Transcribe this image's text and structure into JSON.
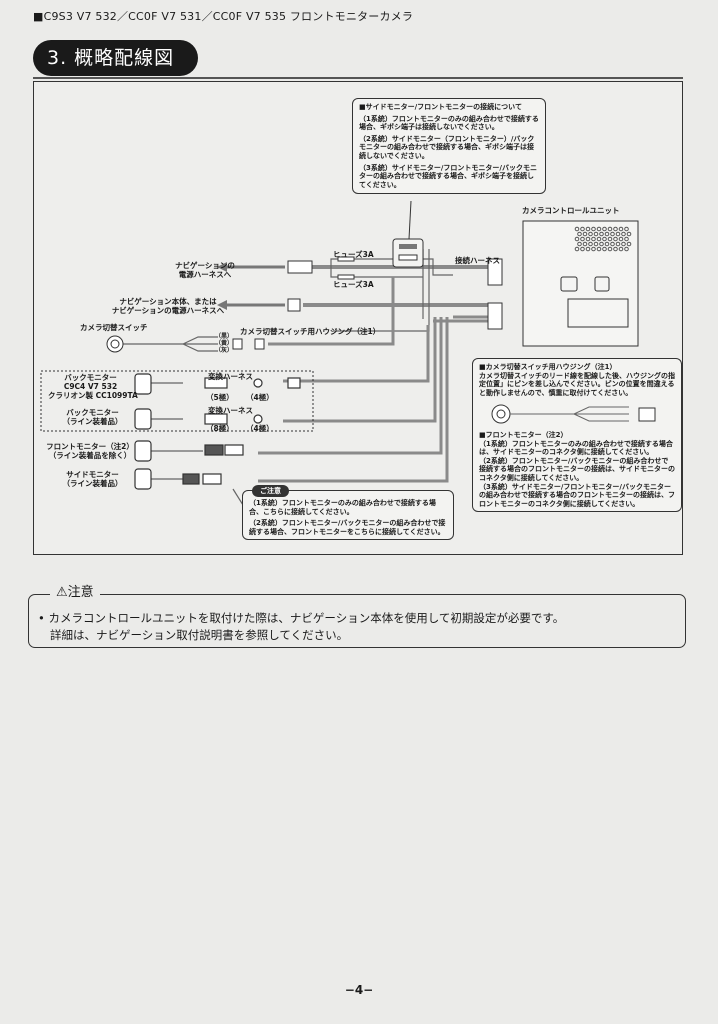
{
  "header": {
    "model_line": "■C9S3 V7 532／CC0F V7 531／CC0F V7 535 フロントモニターカメラ"
  },
  "section": {
    "title": "3. 概略配線図"
  },
  "diagram": {
    "connection_note": {
      "heading": "■サイドモニター/フロントモニターの接続について",
      "items": [
        "（1系統）フロントモニターのみの組み合わせで接続する場合、ギボシ端子は接続しないでください。",
        "（2系統）サイドモニター（フロントモニター）/バックモニターの組み合わせで接続する場合、ギボシ端子は接続しないでください。",
        "（3系統）サイドモニター/フロントモニター/バックモニターの組み合わせで接続する場合、ギボシ端子を接続してください。"
      ]
    },
    "labels": {
      "camera_control_unit": "カメラコントロールユニット",
      "fuse_top": "ヒューズ3A",
      "fuse_bottom": "ヒューズ3A",
      "connection_harness": "接続ハーネス",
      "to_nav_power_harness_line1": "ナビゲーションの",
      "to_nav_power_harness_line2": "電源ハーネスへ",
      "to_nav_body_line1": "ナビゲーション本体、または",
      "to_nav_body_line2": "ナビゲーションの電源ハーネスへ",
      "camera_switch": "カメラ切替スイッチ",
      "switch_housing": "カメラ切替スイッチ用ハウジング（注1）",
      "wire_black": "（黒）",
      "wire_yellow": "（黄）",
      "wire_red": "（灰）",
      "back_monitor_1_line1": "バックモニター",
      "back_monitor_1_line2": "C9C4 V7 532",
      "back_monitor_1_line3": "クラリオン製 CC1099TA",
      "back_monitor_2_line1": "バックモニター",
      "back_monitor_2_line2": "（ライン装着品）",
      "conv_harness_1": "変換ハーネス",
      "conv_harness_2": "変換ハーネス",
      "pin5": "（5極）",
      "pin4a": "（4極）",
      "pin8": "（8極）",
      "pin4b": "（4極）",
      "front_monitor_line1": "フロントモニター（注2）",
      "front_monitor_line2": "（ライン装着品を除く）",
      "side_monitor_line1": "サイドモニター",
      "side_monitor_line2": "（ライン装着品）"
    },
    "note1": {
      "heading": "■カメラ切替スイッチ用ハウジング（注1）",
      "body": "カメラ切替スイッチのリード線を配線した後、ハウジングの指定位置」にピンを差し込んでください。ピンの位置を間違えると動作しませんので、慎重に取付けてください。"
    },
    "note2": {
      "heading": "■フロントモニター（注2）",
      "items": [
        "（1系統）フロントモニターのみの組み合わせで接続する場合は、サイドモニターのコネクタ側に接続してください。",
        "（2系統）フロントモニター/バックモニターの組み合わせで接続する場合のフロントモニターの接続は、サイドモニターのコネクタ側に接続してください。",
        "（3系統）サイドモニター/フロントモニター/バックモニターの組み合わせで接続する場合のフロントモニターの接続は、フロントモニターのコネクタ側に接続してください。"
      ]
    },
    "callout": {
      "tag": "ご注意",
      "items": [
        "（1系統）フロントモニターのみの組み合わせで接続する場合、こちらに接続してください。",
        "（2系統）フロントモニター/バックモニターの組み合わせで接続する場合、フロントモニターをこちらに接続してください。"
      ]
    }
  },
  "caution": {
    "heading": "⚠注意",
    "line1": "• カメラコントロールユニットを取付けた際は、ナビゲーション本体を使用して初期設定が必要です。",
    "line2": "詳細は、ナビゲーション取付説明書を参照してください。"
  },
  "footer": {
    "page": "−4−"
  }
}
